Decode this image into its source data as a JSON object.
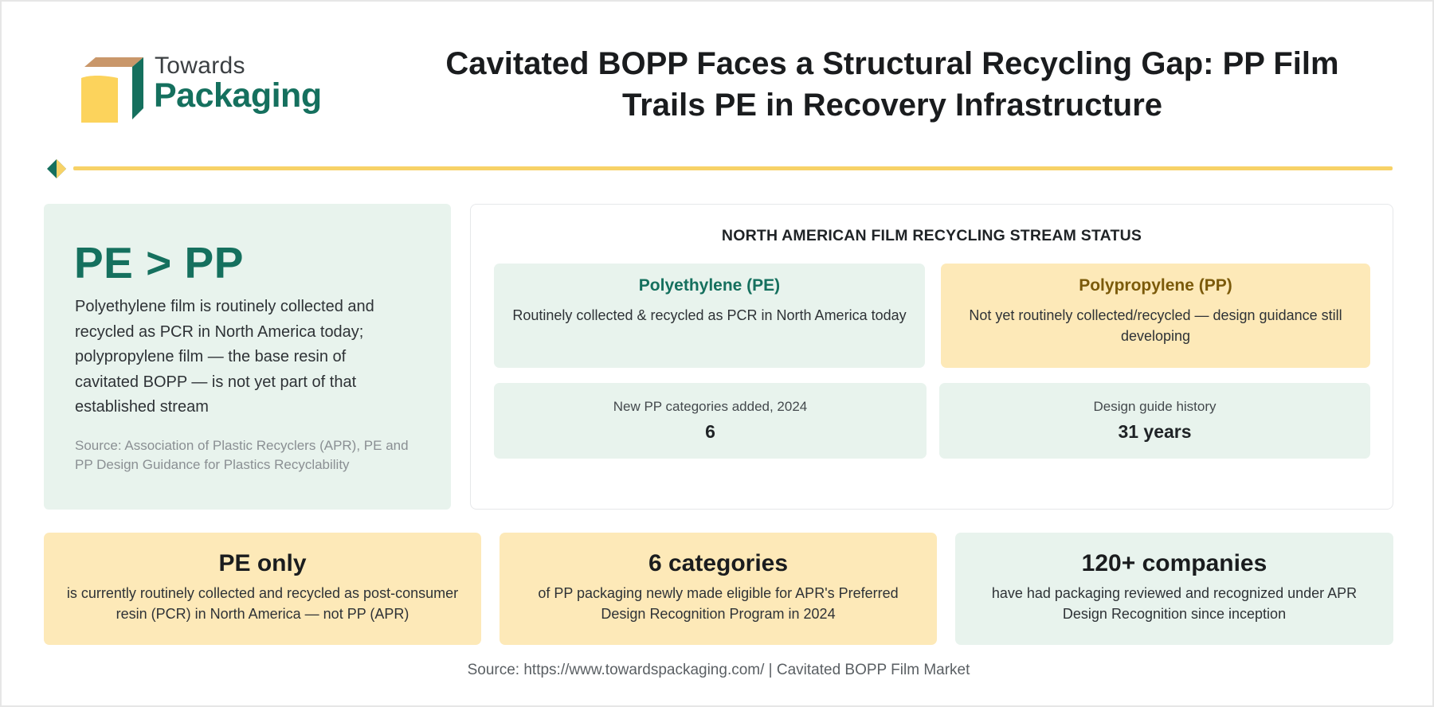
{
  "header": {
    "logo": {
      "line1": "Towards",
      "line2": "Packaging"
    },
    "title": "Cavitated BOPP Faces a Structural Recycling Gap: PP Film Trails PE in Recovery Infrastructure"
  },
  "left_card": {
    "headline": "PE > PP",
    "description": "Polyethylene film is routinely collected and recycled as PCR in North America today; polypropylene film — the base resin of cavitated BOPP — is not yet part of that established stream",
    "source": "Source: Association of Plastic Recyclers (APR), PE and PP Design Guidance for Plastics Recyclability"
  },
  "right_card": {
    "heading": "NORTH AMERICAN FILM RECYCLING STREAM STATUS",
    "streams": [
      {
        "title": "Polyethylene (PE)",
        "description": "Routinely collected & recycled as PCR in North America today"
      },
      {
        "title": "Polypropylene (PP)",
        "description": "Not yet routinely collected/recycled — design guidance still developing"
      }
    ],
    "metrics": [
      {
        "label": "New PP categories added, 2024",
        "value": "6"
      },
      {
        "label": "Design guide history",
        "value": "31 years"
      }
    ]
  },
  "stats": [
    {
      "headline": "PE only",
      "description": "is currently routinely collected and recycled as post-consumer resin (PCR) in North America — not PP (APR)"
    },
    {
      "headline": "6 categories",
      "description": "of PP packaging newly made eligible for APR's Preferred Design Recognition Program in 2024"
    },
    {
      "headline": "120+ companies",
      "description": "have had packaging reviewed and recognized under APR Design Recognition since inception"
    }
  ],
  "footer": "Source: https://www.towardspackaging.com/ | Cavitated BOPP Film Market",
  "colors": {
    "brand_green": "#15705e",
    "accent_yellow": "#f7d267",
    "pale_green": "#e8f3ed",
    "pale_yellow": "#fde9b8",
    "pp_brown": "#7b5a0a"
  },
  "icons": {
    "logo_mark": "box-icon",
    "divider_mark": "diamond-icon"
  }
}
